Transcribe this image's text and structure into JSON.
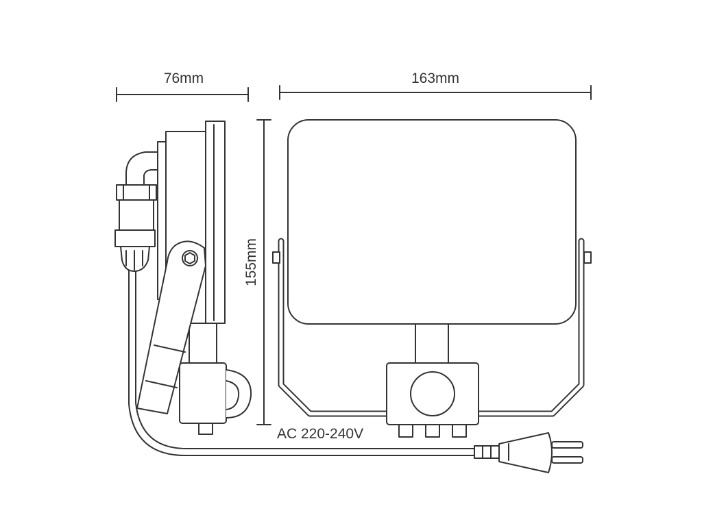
{
  "dimensions": {
    "side_width": "76mm",
    "front_width": "163mm",
    "height": "155mm"
  },
  "power": {
    "voltage_label": "AC 220-240V"
  },
  "colors": {
    "line": "#333333",
    "fill": "#ffffff",
    "background": "#ffffff"
  }
}
